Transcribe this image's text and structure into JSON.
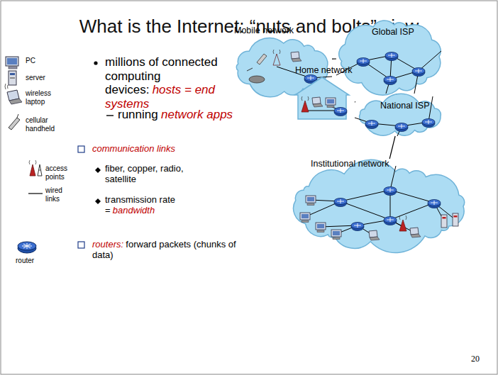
{
  "diagram": {
    "title": "What is the Internet: “nuts and bolts” view",
    "nodes": [
      {
        "text": [
          "Mobile network"
        ]
      },
      {
        "text": [
          "Global ISP"
        ]
      },
      {
        "text": [
          "Home network"
        ]
      },
      {
        "text": [
          "National ISP"
        ]
      },
      {
        "text": [
          "Institutional network"
        ]
      }
    ],
    "edges": [
      {
        "from": 0,
        "to": 1,
        "arrow": "none"
      },
      {
        "from": 2,
        "to": 3,
        "arrow": "none"
      },
      {
        "from": 1,
        "to": 3,
        "arrow": "none"
      },
      {
        "from": 3,
        "to": 4,
        "arrow": "none"
      }
    ],
    "labels": [
      "PC",
      "server",
      "wireless laptop",
      "cellular handheld",
      "access points",
      "wired links",
      "router",
      "millions of connected computing devices:",
      "hosts = end systems",
      "running",
      "network apps",
      "communication links",
      "fiber, copper, radio, satellite",
      "transmission rate =",
      "bandwidth",
      "routers:",
      "forward packets (chunks of data)",
      "20"
    ]
  }
}
